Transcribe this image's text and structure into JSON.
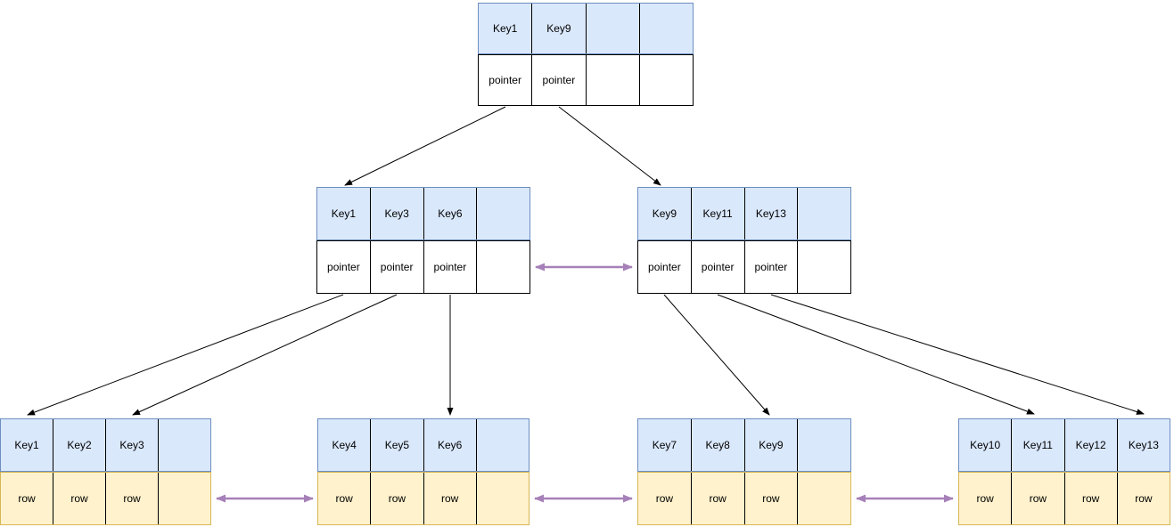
{
  "diagram_type": "b-plus-tree",
  "colors": {
    "key_cell_fill": "#dae8fc",
    "key_cell_border": "#6c8ebf",
    "pointer_cell_fill": "#ffffff",
    "pointer_cell_border": "#000000",
    "row_cell_fill": "#fff2cc",
    "row_cell_border": "#d6b656",
    "cell_divider": "#000000",
    "tree_edge_color": "#000000",
    "sibling_link_color": "#a680b8"
  },
  "nodes": {
    "root": {
      "keys": [
        "Key1",
        "Key9",
        "",
        ""
      ],
      "pointers": [
        "pointer",
        "pointer",
        "",
        ""
      ]
    },
    "internal_left": {
      "keys": [
        "Key1",
        "Key3",
        "Key6",
        ""
      ],
      "pointers": [
        "pointer",
        "pointer",
        "pointer",
        ""
      ]
    },
    "internal_right": {
      "keys": [
        "Key9",
        "Key11",
        "Key13",
        ""
      ],
      "pointers": [
        "pointer",
        "pointer",
        "pointer",
        ""
      ]
    },
    "leaf_1": {
      "keys": [
        "Key1",
        "Key2",
        "Key3",
        ""
      ],
      "rows": [
        "row",
        "row",
        "row",
        ""
      ]
    },
    "leaf_2": {
      "keys": [
        "Key4",
        "Key5",
        "Key6",
        ""
      ],
      "rows": [
        "row",
        "row",
        "row",
        ""
      ]
    },
    "leaf_3": {
      "keys": [
        "Key7",
        "Key8",
        "Key9",
        ""
      ],
      "rows": [
        "row",
        "row",
        "row",
        ""
      ]
    },
    "leaf_4": {
      "keys": [
        "Key10",
        "Key11",
        "Key12",
        "Key13"
      ],
      "rows": [
        "row",
        "row",
        "row",
        "row"
      ]
    }
  },
  "edges": {
    "tree_pointers": [
      {
        "from": "root.pointer1",
        "to": "internal_left"
      },
      {
        "from": "root.pointer2",
        "to": "internal_right"
      },
      {
        "from": "internal_left.pointer1",
        "to": "leaf_1.Key1"
      },
      {
        "from": "internal_left.pointer2",
        "to": "leaf_1.Key3"
      },
      {
        "from": "internal_left.pointer3",
        "to": "leaf_2.Key6"
      },
      {
        "from": "internal_right.pointer1",
        "to": "leaf_3.Key9"
      },
      {
        "from": "internal_right.pointer2",
        "to": "leaf_4.Key11"
      },
      {
        "from": "internal_right.pointer3",
        "to": "leaf_4.Key13"
      }
    ],
    "sibling_links": [
      {
        "between": [
          "internal_left",
          "internal_right"
        ]
      },
      {
        "between": [
          "leaf_1",
          "leaf_2"
        ]
      },
      {
        "between": [
          "leaf_2",
          "leaf_3"
        ]
      },
      {
        "between": [
          "leaf_3",
          "leaf_4"
        ]
      }
    ]
  }
}
